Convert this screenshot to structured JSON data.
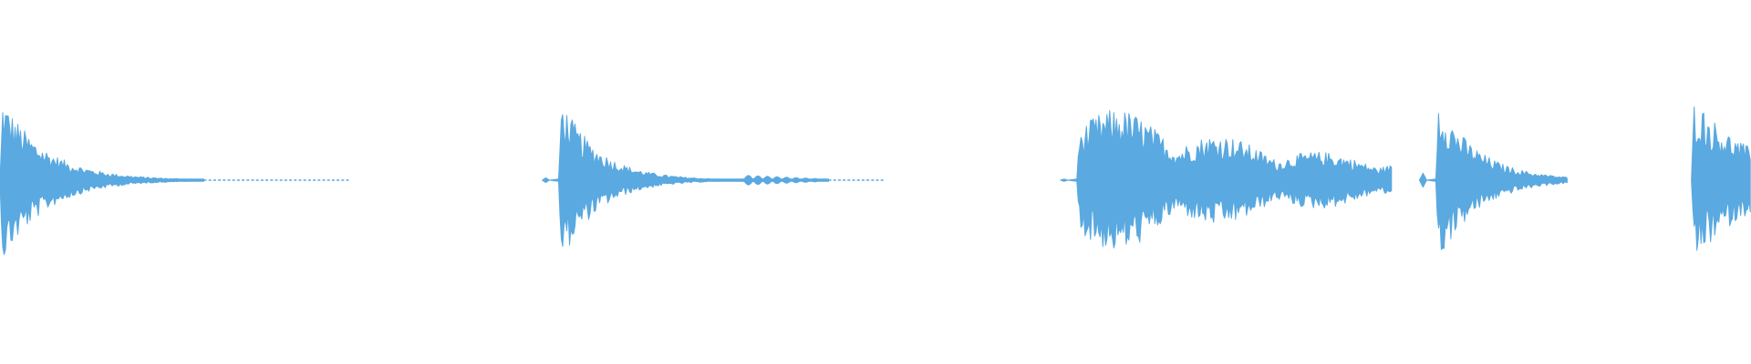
{
  "waveform": {
    "color": "#5aa9e0",
    "background": "#ffffff",
    "segments": [
      {
        "id": "hit-1",
        "onset": 0,
        "decay": 0.22,
        "tail_end": 0.2,
        "ring": 0,
        "pre_blip": 0
      },
      {
        "id": "hit-2",
        "onset": 0.319,
        "decay": 0.19,
        "tail_end": 0.505,
        "ring": 0.45,
        "pre_blip": 0.2
      },
      {
        "id": "hit-3",
        "onset": 0.615,
        "decay": 0.55,
        "tail_end": 0.795,
        "ring": 0.5,
        "pre_blip": 0.1
      },
      {
        "id": "hit-4",
        "onset": 0.82,
        "decay": 0.2,
        "tail_end": 0.895,
        "ring": 0,
        "pre_blip": 0.6
      },
      {
        "id": "hit-5",
        "onset": 0.966,
        "decay": 0.3,
        "tail_end": 1.0,
        "ring": 0,
        "pre_blip": 0
      }
    ]
  }
}
